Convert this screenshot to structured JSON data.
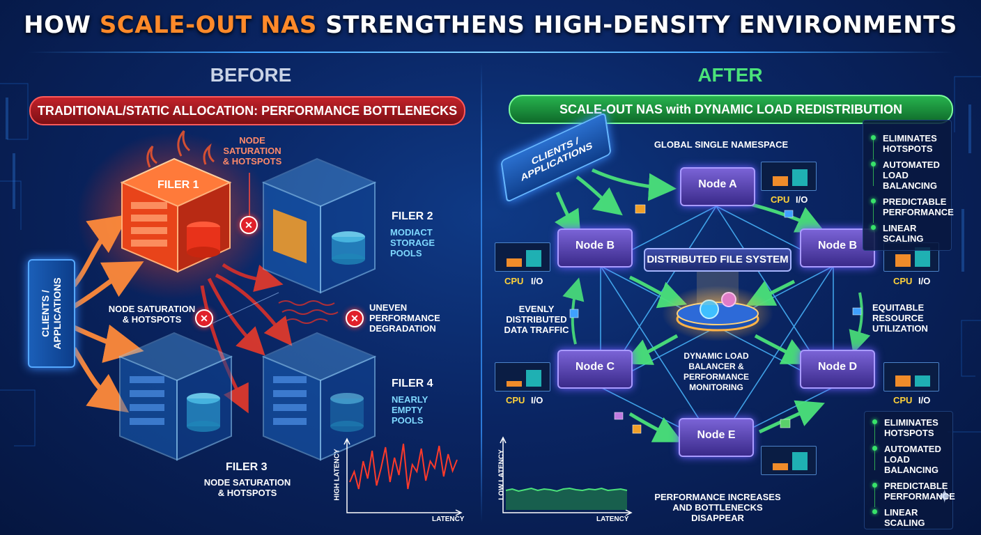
{
  "title": {
    "pre": "HOW ",
    "highlight": "SCALE-OUT NAS",
    "post": " STRENGTHENS HIGH-DENSITY ENVIRONMENTS"
  },
  "before": {
    "heading": "BEFORE",
    "banner": "TRADITIONAL/STATIC ALLOCATION: PERFORMANCE BOTTLENECKS",
    "clients": "CLIENTS / APPLICATIONS",
    "filer1": "FILER 1",
    "filer2": "FILER 2",
    "filer2_note": "MODIACT STORAGE POOLS",
    "filer3": "FILER 3",
    "filer3_note": "NODE SATURATION & HOTSPOTS",
    "filer4": "FILER 4",
    "filer4_note": "NEARLY EMPTY POOLS",
    "top_note": "NODE SATURATION & HOTSPOTS",
    "left_note": "NODE SATURATION & HOTSPOTS",
    "uneven_note": "UNEVEN PERFORMANCE DEGRADATION",
    "chart_ylabel": "HIGH LATENCY",
    "chart_xlabel": "LATENCY",
    "x_mark": "✕"
  },
  "after": {
    "heading": "AFTER",
    "banner": "SCALE-OUT NAS with DYNAMIC LOAD REDISTRIBUTION",
    "clients": "CLIENTS / APPLICATIONS",
    "namespace": "GLOBAL SINGLE NAMESPACE",
    "dfs": "DISTRIBUTED FILE SYSTEM",
    "node_a": "Node A",
    "node_b_left": "Node B",
    "node_b_right": "Node B",
    "node_c": "Node C",
    "node_d": "Node D",
    "node_e": "Node E",
    "cpu": "CPU",
    "io": "I/O",
    "balancer": "DYNAMIC LOAD BALANCER & PERFORMANCE MONITORING",
    "evenly": "EVENLY DISTRIBUTED DATA TRAFFIC",
    "equitable": "EQUITABLE RESOURCE UTILIZATION",
    "perf_note": "PERFORMANCE INCREASES AND BOTTLENECKS DISAPPEAR",
    "chart_ylabel": "LOW LATENCY",
    "chart_xlabel": "LATENCY",
    "benefits_top": [
      "ELIMINATES HOTSPOTS",
      "AUTOMATED LOAD BALANCING",
      "PREDICTABLE PERFORMANCE",
      "LINEAR SCALING"
    ],
    "benefits_bottom": [
      "ELIMINATES HOTSPOTS",
      "AUTOMATED LOAD BALANCING",
      "PREDICTABLE PERFORMANCE",
      "LINEAR SCALING"
    ]
  },
  "colors": {
    "accent_orange": "#ff8a2a",
    "after_green": "#4be27a",
    "before_red": "#c2222a"
  },
  "before_latency": [
    40,
    55,
    30,
    70,
    45,
    85,
    35,
    60,
    90,
    40,
    75,
    50,
    95,
    30,
    65,
    55,
    88,
    42,
    70,
    60,
    92,
    48,
    80,
    56,
    72
  ],
  "after_latency": [
    28,
    30,
    27,
    29,
    31,
    28,
    30,
    29,
    27,
    30,
    31,
    29,
    28,
    30,
    29,
    31,
    28,
    29,
    30,
    28
  ]
}
